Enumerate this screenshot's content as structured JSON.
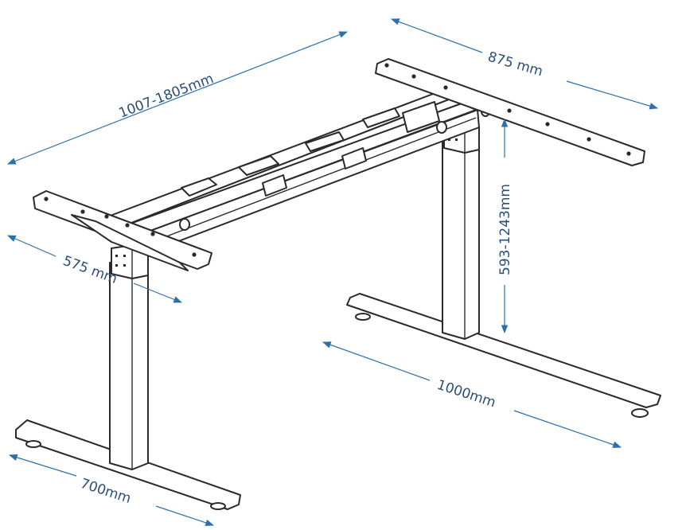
{
  "dimensions": {
    "width_range": "1007-1805mm",
    "top_depth": "875 mm",
    "height_range": "593-1243mm",
    "upper_depth": "575 mm",
    "foot_length": "1000mm",
    "foot_length_front": "700mm"
  },
  "colors": {
    "dimension": "#2f6fa8",
    "frame_stroke": "#2a2a2a",
    "background": "#ffffff"
  }
}
